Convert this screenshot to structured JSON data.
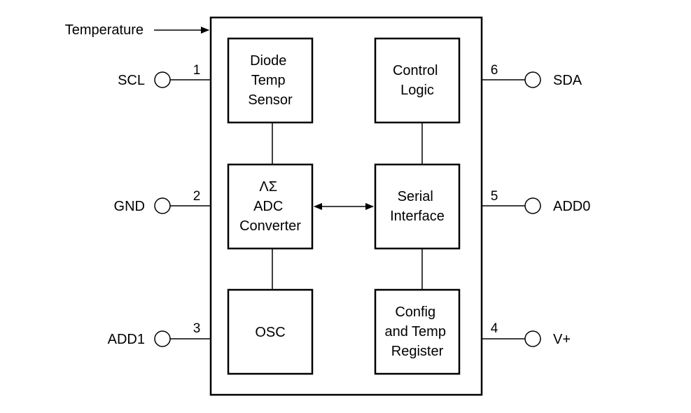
{
  "diagram": {
    "external_input": "Temperature",
    "blocks": {
      "diode": {
        "lines": [
          "Diode",
          "Temp",
          "Sensor"
        ]
      },
      "adc": {
        "lines": [
          "ΛΣ",
          "ADC",
          "Converter"
        ]
      },
      "osc": {
        "lines": [
          "OSC"
        ]
      },
      "control": {
        "lines": [
          "Control",
          "Logic"
        ]
      },
      "serial": {
        "lines": [
          "Serial",
          "Interface"
        ]
      },
      "config": {
        "lines": [
          "Config",
          "and Temp",
          "Register"
        ]
      }
    },
    "pins": [
      {
        "number": "1",
        "name": "SCL"
      },
      {
        "number": "2",
        "name": "GND"
      },
      {
        "number": "3",
        "name": "ADD1"
      },
      {
        "number": "6",
        "name": "SDA"
      },
      {
        "number": "5",
        "name": "ADD0"
      },
      {
        "number": "4",
        "name": "V+"
      }
    ]
  }
}
